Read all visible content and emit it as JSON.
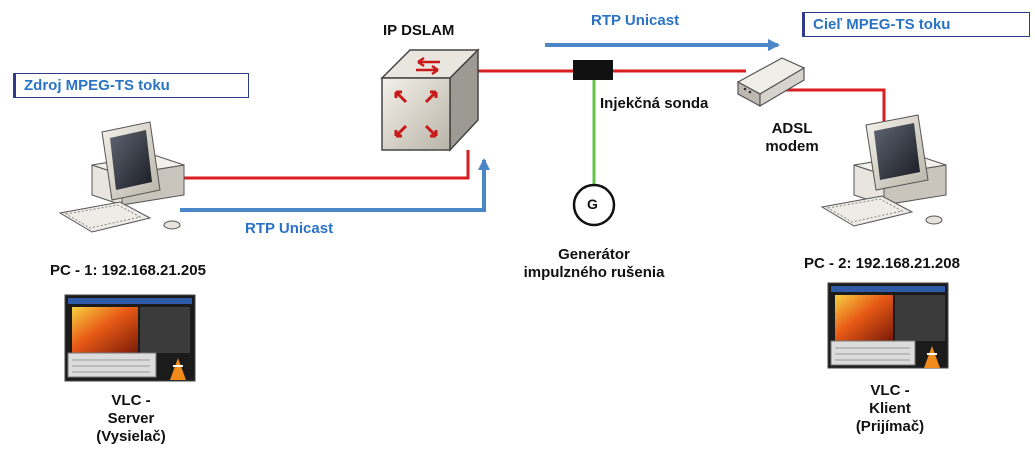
{
  "source_box": "Zdroj MPEG-TS toku",
  "target_box": "Cieľ MPEG-TS toku",
  "dslam_label": "IP DSLAM",
  "rtp_top": "RTP Unicast",
  "rtp_bottom": "RTP Unicast",
  "probe_label": "Injekčná sonda",
  "generator_symbol": "G",
  "generator_label_line1": "Generátor",
  "generator_label_line2": "impulzného rušenia",
  "modem_label_line1": "ADSL",
  "modem_label_line2": "modem",
  "pc1_label": "PC - 1: 192.168.21.205",
  "pc2_label": "PC - 2: 192.168.21.208",
  "vlc_server_line1": "VLC -",
  "vlc_server_line2": "Server",
  "vlc_server_line3": "(Vysielač)",
  "vlc_client_line1": "VLC -",
  "vlc_client_line2": "Klient",
  "vlc_client_line3": "(Prijímač)",
  "colors": {
    "link_red": "#d81e1e",
    "link_green": "#66c24a",
    "arrow_blue": "#4a86c8",
    "text_blue": "#2a73c4"
  },
  "icons": [
    "desktop-pc-icon",
    "dslam-switch-icon",
    "adsl-modem-icon",
    "probe-icon",
    "generator-icon",
    "vlc-screenshot-icon"
  ]
}
